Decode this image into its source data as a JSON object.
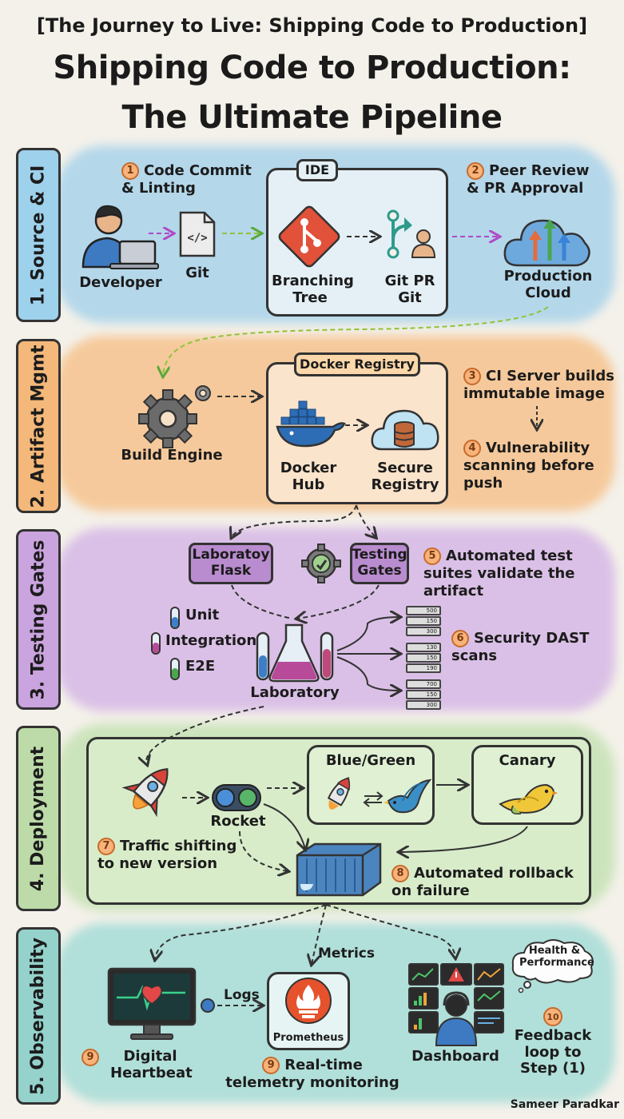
{
  "header": {
    "subtitle": "[The Journey to Live: Shipping Code to Production]",
    "title_line1": "Shipping Code to Production:",
    "title_line2": "The Ultimate Pipeline"
  },
  "sections": [
    {
      "label": "1. Source & CI",
      "color": "#a9d3ea"
    },
    {
      "label": "2. Artifact Mgmt",
      "color": "#f6c38e"
    },
    {
      "label": "3. Testing Gates",
      "color": "#d2b1e3"
    },
    {
      "label": "4. Deployment",
      "color": "#c6e2b5"
    },
    {
      "label": "5. Observability",
      "color": "#a6dcd7"
    }
  ],
  "source_ci": {
    "step1_num": "1",
    "step1": "Code Commit & Linting",
    "developer": "Developer",
    "git": "Git",
    "ide_label": "IDE",
    "branching_tree": "Branching Tree",
    "git_pr": "Git PR Git",
    "step2_num": "2",
    "step2": "Peer Review & PR Approval",
    "production_cloud": "Production Cloud"
  },
  "artifact": {
    "build_engine": "Build Engine",
    "registry_label": "Docker Registry",
    "docker_hub": "Docker Hub",
    "secure_registry": "Secure Registry",
    "step3_num": "3",
    "step3": "CI Server builds immutable image",
    "step4_num": "4",
    "step4": "Vulnerability scanning before push"
  },
  "testing": {
    "lab_flask": "Laboratoy Flask",
    "testing_gates": "Testing Gates",
    "step5_num": "5",
    "step5": "Automated test suites validate the artifact",
    "unit": "Unit",
    "integration": "Integration",
    "e2e": "E2E",
    "laboratory": "Laboratory",
    "step6_num": "6",
    "step6": "Security DAST scans",
    "server_values": [
      "500",
      "150",
      "300",
      "130",
      "150",
      "190",
      "700",
      "150",
      "300"
    ]
  },
  "deployment": {
    "rocket": "Rocket",
    "blue_green": "Blue/Green",
    "canary": "Canary",
    "step7_num": "7",
    "step7": "Traffic shifting to new version",
    "step8_num": "8",
    "step8": "Automated rollback on failure"
  },
  "observability": {
    "metrics": "Metrics",
    "logs": "Logs",
    "prometheus": "Prometheus",
    "health": "Health & Performance",
    "step9a_num": "9",
    "digital_heartbeat": "Digital Heartbeat",
    "step9_num": "9",
    "step9": "Real-time telemetry monitoring",
    "dashboard": "Dashboard",
    "step10_num": "10",
    "step10": "Feedback loop to Step (1)"
  },
  "author": "Sameer Paradkar"
}
